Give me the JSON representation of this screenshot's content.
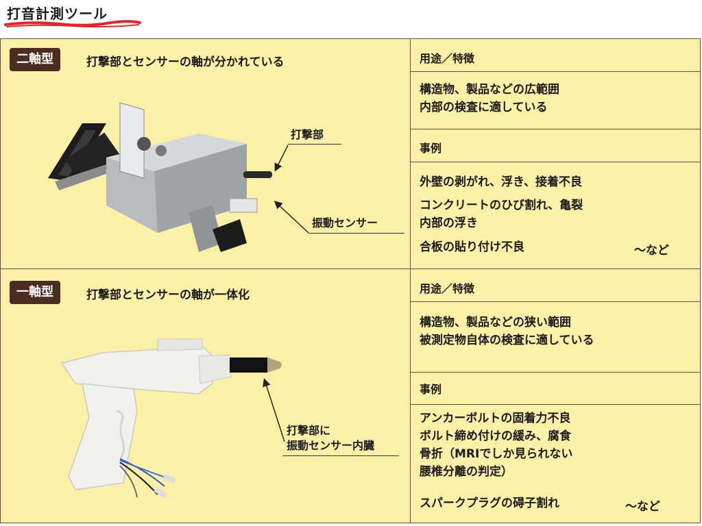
{
  "title": "打音計測ツール",
  "sections": [
    {
      "badge": "二軸型",
      "description": "打撃部とセンサーの軸が分かれている",
      "annotations": {
        "hammer": "打撃部",
        "sensor": "振動センサー"
      },
      "usage_header": "用途／特徴",
      "usage_lines": [
        "構造物、製品などの広範囲",
        "内部の検査に適している"
      ],
      "cases_header": "事例",
      "cases": [
        {
          "lines": [
            "外壁の剥がれ、浮き、接着不良"
          ]
        },
        {
          "lines": [
            "コンクリートのひび割れ、亀裂",
            "内部の浮き"
          ]
        },
        {
          "lines": [
            "合板の貼り付け不良"
          ]
        }
      ],
      "suffix": "～など"
    },
    {
      "badge": "一軸型",
      "description": "打撃部とセンサーの軸が一体化",
      "annotations": {
        "combined": [
          "打撃部に",
          "振動センサー内臓"
        ]
      },
      "usage_header": "用途／特徴",
      "usage_lines": [
        "構造物、製品などの狭い範囲",
        "被測定物自体の検査に適している"
      ],
      "cases_header": "事例",
      "cases": [
        {
          "lines": [
            "アンカーボルトの固着力不良",
            "ボルト締め付けの緩み、腐食",
            "骨折（MRIでしか見られない",
            "腰椎分離の判定）"
          ]
        },
        {
          "lines": [
            "スパークプラグの碍子割れ"
          ]
        }
      ],
      "suffix": "～など"
    }
  ],
  "colors": {
    "panel_background": "#fdf1a7",
    "badge_background": "#4a2c20",
    "border": "#6b4a3a",
    "title_underline": "#e0262b"
  },
  "icons": [
    "two-axis-tester-photo",
    "one-axis-tester-photo",
    "pointer-arrow-icon"
  ]
}
